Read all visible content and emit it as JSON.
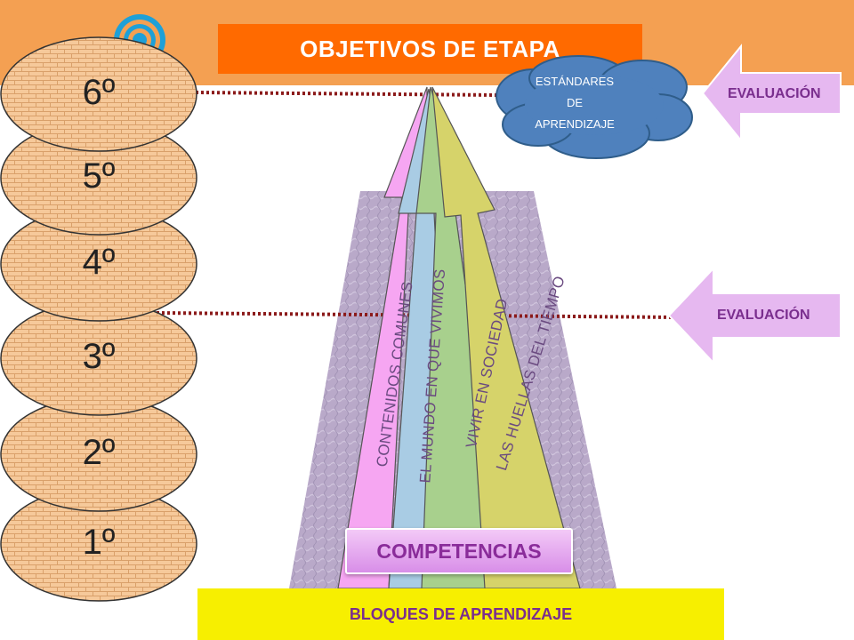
{
  "title": "OBJETIVOS DE ETAPA",
  "grades": [
    "6º",
    "5º",
    "4º",
    "3º",
    "2º",
    "1º"
  ],
  "standards_cloud": [
    "ESTÁNDARES",
    "DE",
    "APRENDIZAJE"
  ],
  "evaluation_labels": [
    "EVALUACIÓN",
    "EVALUACIÓN"
  ],
  "arrows": [
    {
      "label": "CONTENIDOS COMUNES",
      "color": "#f6a6f2"
    },
    {
      "label": "EL MUNDO EN QUE VIVIMOS",
      "color": "#a9cce4"
    },
    {
      "label": "VIVIR EN SOCIEDAD",
      "color": "#a8d08d"
    },
    {
      "label": "LAS HUELLAS DEL TIEMPO",
      "color": "#d6d36a"
    }
  ],
  "competencias": "COMPETENCIAS",
  "bloques": "BLOQUES DE APRENDIZAJE",
  "colors": {
    "top_band": "#f4a052",
    "title_box": "#ff6a00",
    "bottom_bar": "#f7ef00",
    "evaluation_arrow": "#e6b8f0",
    "cloud": "#4f81bd",
    "dotted_line": "#8b1a1a",
    "brick": "#f6c99a",
    "trapezoid": "#b9a9c9"
  }
}
